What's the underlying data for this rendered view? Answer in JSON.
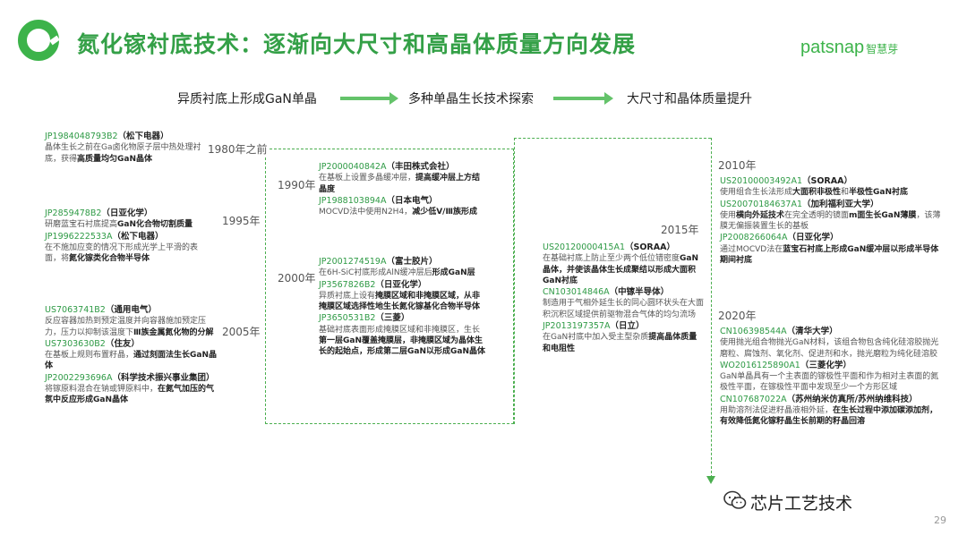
{
  "title": "氮化镓衬底技术：逐渐向大尺寸和高晶体质量方向发展",
  "brand": {
    "name": "patsnap",
    "cn": "智慧芽"
  },
  "flow": [
    "异质衬底上形成GaN单晶",
    "多种单晶生长技术探索",
    "大尺寸和晶体质量提升"
  ],
  "years": {
    "y1980": "1980年之前",
    "y1990": "1990年",
    "y1995": "1995年",
    "y2000": "2000年",
    "y2005": "2005年",
    "y2015": "2015年",
    "y2010": "2010年",
    "y2020": "2020年"
  },
  "entries": {
    "e1": {
      "pid": "JP1984048793B2",
      "owner": "（松下电器）",
      "text": "晶体生长之前在Ga卤化物原子层中热处理衬底，获得",
      "bold": "高质量均匀GaN晶体"
    },
    "e2": {
      "pid": "JP2859478B2",
      "owner": "（日亚化学）",
      "text": "研磨蓝宝石衬底提高",
      "bold": "GaN化合物切割质量"
    },
    "e3": {
      "pid": "JP1996222533A",
      "owner": "（松下电器）",
      "text": "在不施加应变的情况下形成光学上平滑的表面，将",
      "bold": "氮化镓类化合物半导体"
    },
    "e4": {
      "pid": "US7063741B2",
      "owner": "（通用电气）",
      "text": "反应容器加热到预定温度并向容器施加预定压力，压力以抑制该温度下",
      "bold": "Ⅲ族金属氮化物的分解"
    },
    "e5": {
      "pid": "US7303630B2",
      "owner": "（住友）",
      "text": "在基板上规则布置籽晶，",
      "bold": "通过刻面法生长GaN晶体"
    },
    "e6": {
      "pid": "JP2002293696A",
      "owner": "（科学技术振兴事业集团）",
      "text": "将镓原料混合在钠或钾原料中，",
      "bold": "在氮气加压的气氛中反应形成GaN晶体"
    },
    "e7": {
      "pid": "JP2000040842A",
      "owner": "（丰田株式会社）",
      "text": "在基板上设置多晶缓冲层，",
      "bold": "提高缓冲层上方结晶度"
    },
    "e8": {
      "pid": "JP1988103894A",
      "owner": "（日本电气）",
      "text": "MOCVD法中使用N2H4，",
      "bold": "减少低Ⅴ/Ⅲ族形成"
    },
    "e9": {
      "pid": "JP2001274519A",
      "owner": "（富士胶片）",
      "text": "在6H-SiC衬底形成AlN缓冲层后",
      "bold": "形成GaN层"
    },
    "e10": {
      "pid": "JP3567826B2",
      "owner": "（日亚化学）",
      "text": "异质衬底上设有",
      "bold": "掩膜区域和非掩膜区域，从非掩膜区域选择性地生长氮化镓基化合物半导体"
    },
    "e11": {
      "pid": "JP3650531B2",
      "owner": "（三菱）",
      "text": "基础衬底表面形成掩膜区域和非掩膜区，生长",
      "bold": "第一层GaN覆盖掩膜层，非掩膜区域为晶体生长的起始点，形成第二层GaN以形成GaN晶体"
    },
    "e12": {
      "pid": "US20120000415A1",
      "owner": "（SORAA）",
      "text": "在基础衬底上防止至少两个低位错密度",
      "bold": "GaN晶体，并使该晶体生长成聚结以形成大面积GaN衬底"
    },
    "e13": {
      "pid": "CN103014846A",
      "owner": "（中镓半导体）",
      "text": "制造用于气相外延生长的同心圆环状头在大面积沉积区域提供前驱物混合气体的均匀流场",
      "bold": ""
    },
    "e14": {
      "pid": "JP2013197357A",
      "owner": "（日立）",
      "text": "在GaN衬底中加入受主型杂质",
      "bold": "提高晶体质量和电阻性"
    },
    "e15": {
      "pid": "US20100003492A1",
      "owner": "（SORAA）",
      "text": "使用组合生长法形成",
      "bold": "大面积非极性",
      "text2": "和",
      "bold2": "半极性GaN衬底"
    },
    "e16": {
      "pid": "US20070184637A1",
      "owner": "（加利福利亚大学）",
      "text": "使用",
      "bold": "横向外延技术",
      "text2": "在完全透明的镜面",
      "bold2": "m面生长GaN薄膜",
      "text3": "，该薄膜无偏振装置生长的基板"
    },
    "e17": {
      "pid": "JP2008266064A",
      "owner": "（日亚化学）",
      "text": "通过MOCVD法在",
      "bold": "蓝宝石衬底上形成GaN缓冲层以形成半导体期间衬底"
    },
    "e18": {
      "pid": "CN106398544A",
      "owner": "（清华大学）",
      "text": "使用抛光组合物抛光GaN材料，该组合物包含纯化硅溶胶抛光磨粒、腐蚀剂、氧化剂、促进剂和水，抛光磨粒为纯化硅溶胶",
      "bold": ""
    },
    "e19": {
      "pid": "WO2016125890A1",
      "owner": "（三菱化学）",
      "text": "GaN单晶具有一个主表面的镓极性平面和作为相对主表面的氮极性平面，在镓极性平面中发现至少一个方形区域",
      "bold": ""
    },
    "e20": {
      "pid": "CN107687022A",
      "owner": "（苏州纳米仿真所/苏州纳维科技）",
      "text": "用助溶剂法促进籽晶液相外延，",
      "bold": "在生长过程中添加碳添加剂，有效降低氮化镓籽晶生长前期的籽晶回溶"
    }
  },
  "watermark": "芯片工艺技术",
  "page_number": "29",
  "colors": {
    "accent": "#34a047",
    "line": "#4caf50",
    "arrow": "#64c36a"
  }
}
